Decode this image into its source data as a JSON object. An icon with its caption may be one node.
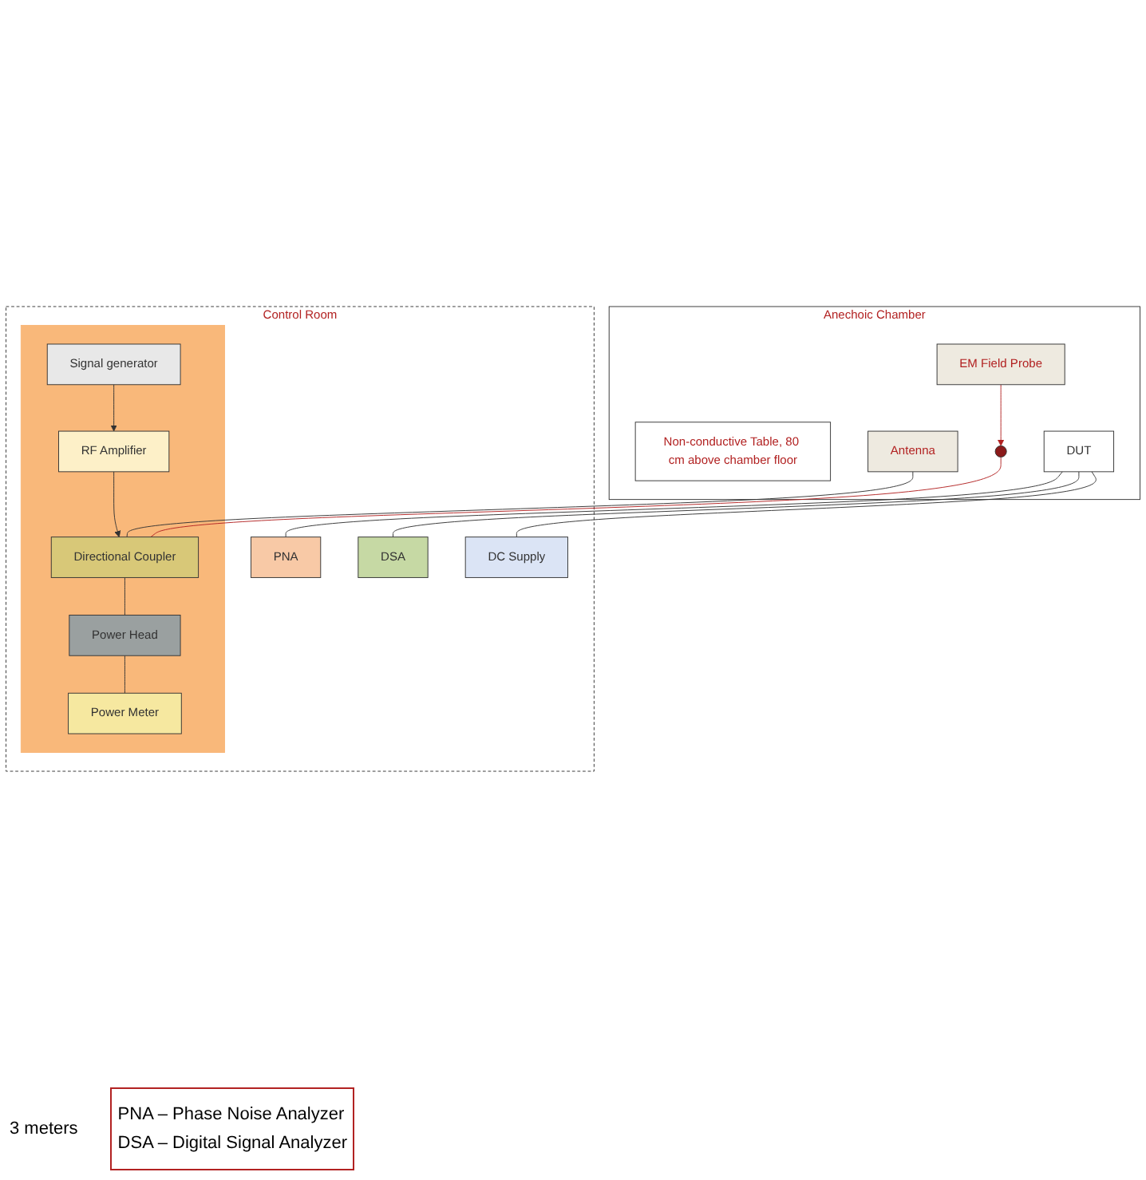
{
  "diagram": {
    "nodes": [
      {
        "text": [
          "Anechoic Chamber"
        ]
      },
      {
        "text": [
          "Non-conductive Table, 80 cm above chamber floor"
        ],
        "in": 0
      },
      {
        "text": [
          "DUT"
        ],
        "in": 0
      },
      {
        "text": [
          "EM Field Probe"
        ],
        "in": 0
      },
      {
        "text": [],
        "shape": "circle",
        "in": 0
      },
      {
        "text": [
          "Antenna"
        ],
        "in": 0
      },
      {
        "text": [
          "Control Room"
        ]
      },
      {
        "text": [
          "PNA"
        ],
        "in": 6
      },
      {
        "text": [
          "DSA"
        ],
        "in": 6
      },
      {
        "text": [
          "DC Supply"
        ],
        "in": 6
      },
      {
        "text": [],
        "shape": "box",
        "in": 6
      },
      {
        "text": [
          "Signal generator"
        ],
        "in": 10
      },
      {
        "text": [
          "RF Amplifier"
        ],
        "in": 10
      },
      {
        "text": [
          "Directional Coupler"
        ],
        "in": 10
      },
      {
        "text": [
          "Power Head"
        ],
        "in": 10
      },
      {
        "text": [
          "Power Meter"
        ],
        "in": 10
      }
    ],
    "edges": [
      {
        "from": 3,
        "to": 4,
        "arrow": "to",
        "color": "#b22222"
      },
      {
        "from": 2,
        "to": 7,
        "arrow": "none"
      },
      {
        "from": 2,
        "to": 8,
        "arrow": "none"
      },
      {
        "from": 2,
        "to": 9,
        "arrow": "none"
      },
      {
        "from": 4,
        "to": 13,
        "arrow": "none",
        "color": "#b22222"
      },
      {
        "from": 5,
        "to": 13,
        "arrow": "none"
      },
      {
        "from": 11,
        "to": 12,
        "arrow": "to"
      },
      {
        "from": 12,
        "to": 13,
        "arrow": "to"
      },
      {
        "from": 13,
        "to": 14,
        "arrow": "none"
      },
      {
        "from": 14,
        "to": 15,
        "arrow": "none"
      }
    ],
    "labels": [
      "3 meters",
      "PNA – Phase Noise Analyzer",
      "DSA – Digital Signal Analyzer"
    ]
  }
}
